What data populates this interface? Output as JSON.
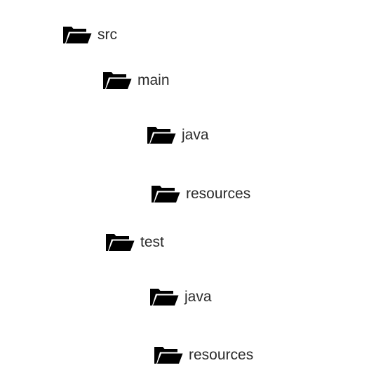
{
  "tree": {
    "nodes": [
      {
        "label": "src",
        "icon": "folder-open-icon"
      },
      {
        "label": "main",
        "icon": "folder-open-icon"
      },
      {
        "label": "java",
        "icon": "folder-open-icon"
      },
      {
        "label": "resources",
        "icon": "folder-open-icon"
      },
      {
        "label": "test",
        "icon": "folder-open-icon"
      },
      {
        "label": "java",
        "icon": "folder-open-icon"
      },
      {
        "label": "resources",
        "icon": "folder-open-icon"
      }
    ]
  },
  "colors": {
    "icon": "#000000",
    "text": "#2b2b2b",
    "background": "#ffffff"
  }
}
